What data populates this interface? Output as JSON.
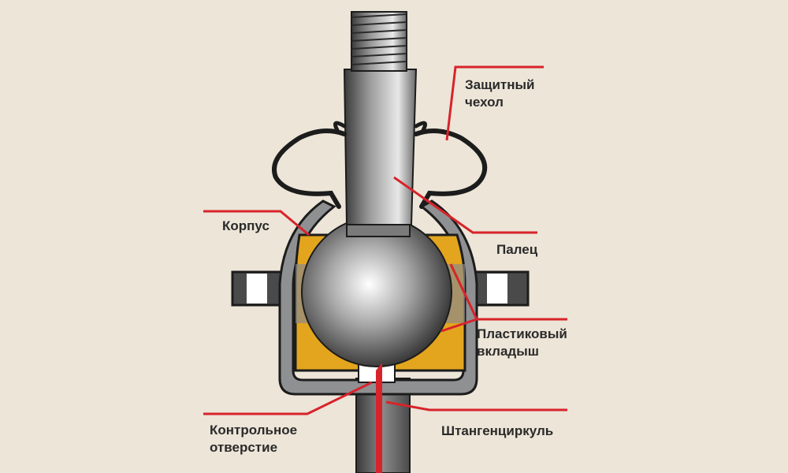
{
  "title": "Ball joint cross-section",
  "colors": {
    "background": "#ece5d8",
    "leader": "#d8232a",
    "liner": "#e3a51e",
    "metal": "#8a8c8e",
    "outline": "#1c1c1c"
  },
  "labels": {
    "boot_line1": "Защитный",
    "boot_line2": "чехол",
    "housing": "Корпус",
    "stud": "Палец",
    "liner_line1": "Пластиковый",
    "liner_line2": "вкладыш",
    "hole_line1": "Контрольное",
    "hole_line2": "отверстие",
    "caliper": "Штангенциркуль"
  }
}
